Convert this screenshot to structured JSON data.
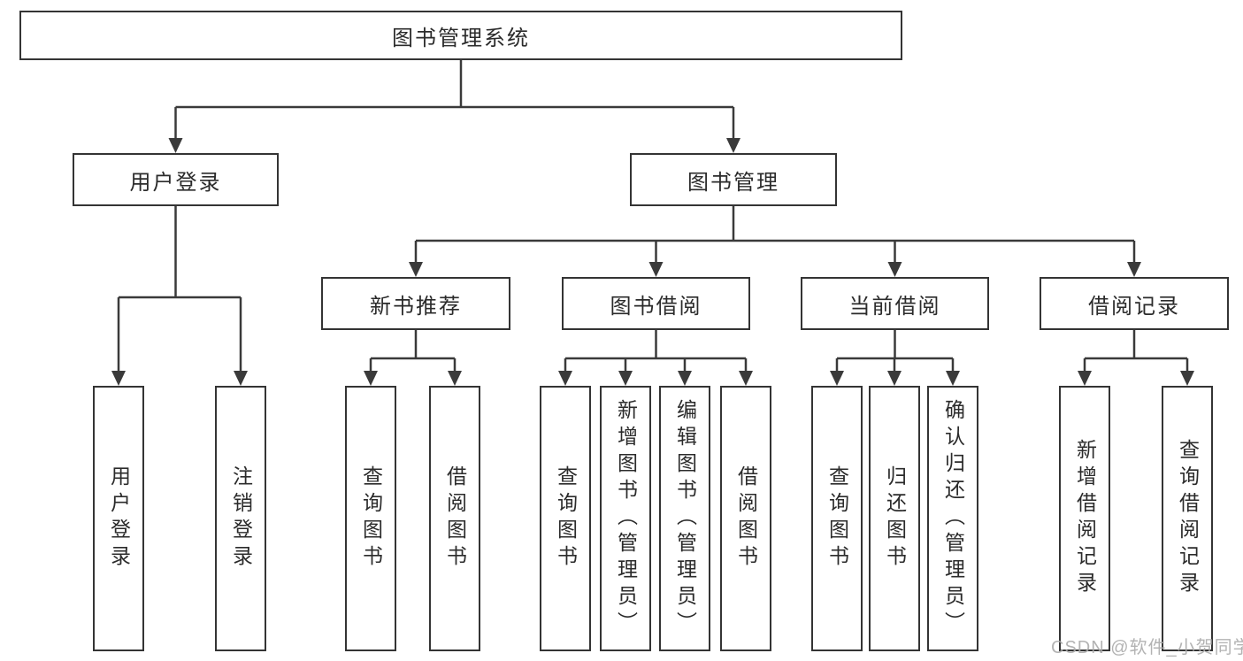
{
  "tree": {
    "root": {
      "label": "图书管理系统"
    },
    "branches": [
      {
        "label": "用户登录",
        "children": [
          {
            "label": "用户登录"
          },
          {
            "label": "注销登录"
          }
        ]
      },
      {
        "label": "图书管理",
        "children": [
          {
            "label": "新书推荐",
            "children": [
              {
                "label": "查询图书"
              },
              {
                "label": "借阅图书"
              }
            ]
          },
          {
            "label": "图书借阅",
            "children": [
              {
                "label": "查询图书"
              },
              {
                "label": "新增图书（管理员）"
              },
              {
                "label": "编辑图书（管理员）"
              },
              {
                "label": "借阅图书"
              }
            ]
          },
          {
            "label": "当前借阅",
            "children": [
              {
                "label": "查询图书"
              },
              {
                "label": "归还图书"
              },
              {
                "label": "确认归还（管理员）"
              }
            ]
          },
          {
            "label": "借阅记录",
            "children": [
              {
                "label": "新增借阅记录"
              },
              {
                "label": "查询借阅记录"
              }
            ]
          }
        ]
      }
    ]
  },
  "watermark": {
    "text": "CSDN @软件_小贺同学",
    "color": "#ababab"
  },
  "colors": {
    "background": "#ffffff",
    "line": "#3a3a3a",
    "box_border": "#343434",
    "text": "#2b2b2b"
  }
}
